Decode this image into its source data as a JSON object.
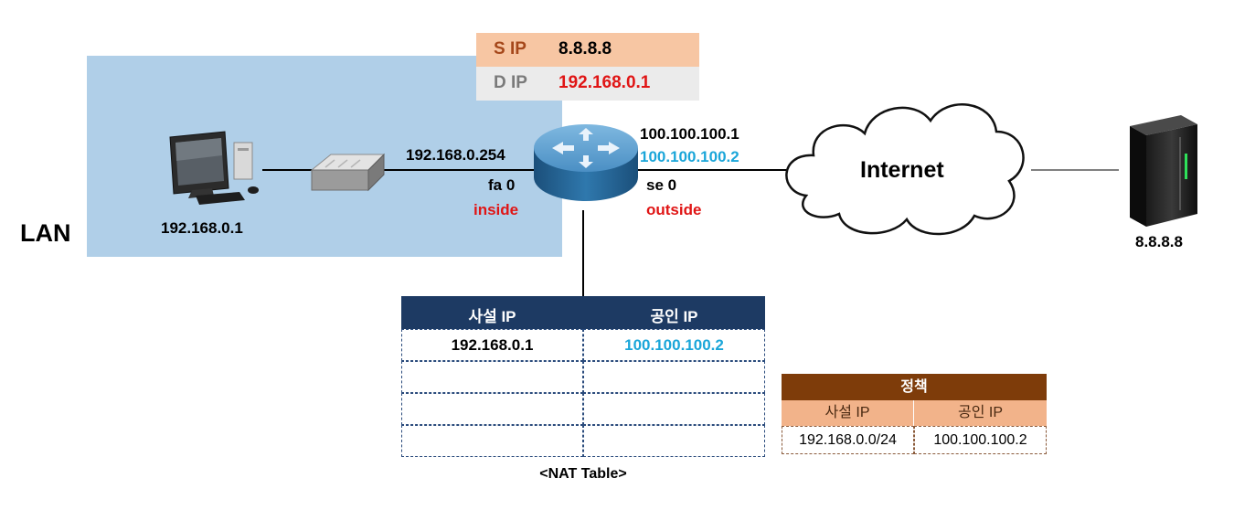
{
  "lan": {
    "label": "LAN"
  },
  "packet_header": {
    "source": {
      "key": "S IP",
      "value": "8.8.8.8"
    },
    "destination": {
      "key": "D IP",
      "value": "192.168.0.1"
    }
  },
  "pc": {
    "ip": "192.168.0.1"
  },
  "router": {
    "inside_ip": "192.168.0.254",
    "inside_interface": "fa 0",
    "inside_label": "inside",
    "outside_ip_1": "100.100.100.1",
    "outside_ip_2": "100.100.100.2",
    "outside_interface": "se 0",
    "outside_label": "outside"
  },
  "internet": {
    "label": "Internet"
  },
  "server": {
    "ip": "8.8.8.8"
  },
  "nat_table": {
    "headers": [
      "사설 IP",
      "공인 IP"
    ],
    "rows": [
      [
        "192.168.0.1",
        "100.100.100.2"
      ],
      [
        "",
        ""
      ],
      [
        "",
        ""
      ],
      [
        "",
        ""
      ]
    ],
    "caption": "<NAT Table>"
  },
  "policy": {
    "title": "정책",
    "headers": [
      "사설 IP",
      "공인 IP"
    ],
    "row": [
      "192.168.0.0/24",
      "100.100.100.2"
    ]
  },
  "colors": {
    "lan_background": "#b0cfe8",
    "source_row": "#f7c6a3",
    "source_key": "#a5471a",
    "destination_row": "#ebebeb",
    "destination_key": "#7a7a7a",
    "red_text": "#e01515",
    "cyan_text": "#1ba6d9",
    "nat_header": "#1d3a63",
    "policy_header": "#7e3c0a",
    "policy_subheader": "#f2b38a"
  },
  "icons": [
    "desktop-pc-icon",
    "switch-icon",
    "router-icon",
    "cloud-icon",
    "server-icon"
  ]
}
